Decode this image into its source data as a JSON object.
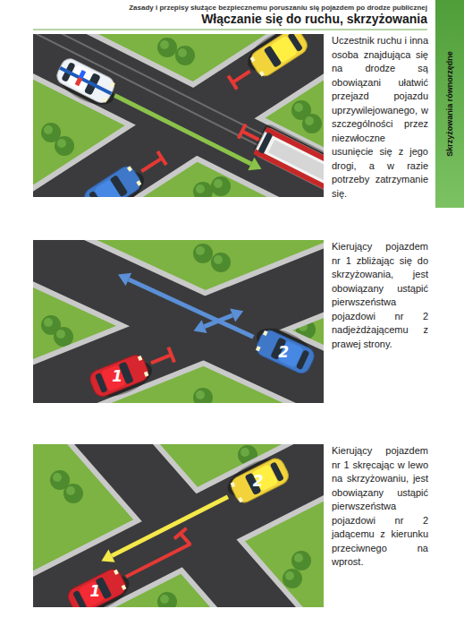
{
  "diagram": {
    "title": "Włączanie się do ruchu, skrzyżowania",
    "nodes": [
      {
        "text": [
          "Skrzyżowania równorzędne"
        ]
      }
    ],
    "labels": [
      "Zasady i przepisy służące bezpiecznemu poruszaniu się pojazdem po drodze publicznej",
      "Uczestnik ruchu i inna osoba znajdująca się na drodze są obowiązani ułatwić przejazd pojazdu uprzywilejowanego, w szczególności przez niezwłoczne usunięcie się z jego drogi, a w razie potrzeby zatrzymanie się.",
      "1",
      "2",
      "Kierujący pojazdem nr 1 zbliżając się do skrzyżowania, jest obowiązany ustąpić pierwszeństwa pojazdowi nr 2 nadjeżdżającemu z prawej strony.",
      "2",
      "1",
      "Kierujący pojazdem nr 1 skręcając w lewo na skrzyżowaniu, jest obowiązany ustąpić pierwszeństwa pojazdowi nr 2 jadącemu z kierunku przeciwnego na wprost."
    ]
  }
}
